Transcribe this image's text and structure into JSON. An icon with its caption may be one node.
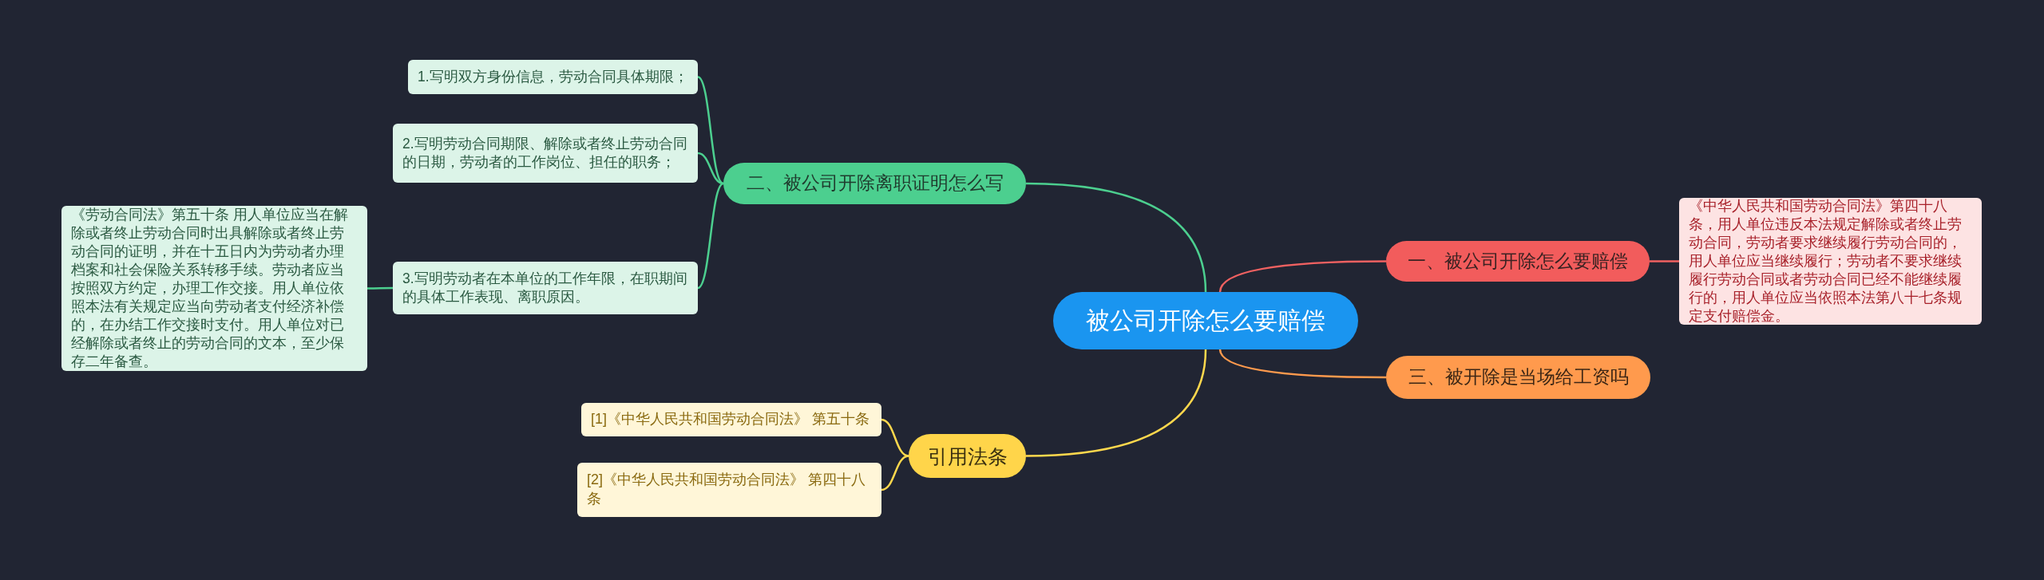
{
  "diagram": {
    "nodes": [
      {
        "text": [
          "被公司开除怎么要赔偿"
        ]
      },
      {
        "text": [
          "一、被公司开除怎么要赔偿"
        ]
      },
      {
        "text": [
          "《中华人民共和国劳动合同法》第四十八条，用人单位违反本法规定解除或者终止劳动合同，劳动者要求继续履行劳动合同的，用人单位应当继续履行；劳动者不要求继续履行劳动合同或者劳动合同已经不能继续履行的，用人单位应当依照本法第八十七条规定支付赔偿金。"
        ]
      },
      {
        "text": [
          "二、被公司开除离职证明怎么写"
        ]
      },
      {
        "text": [
          "1.写明双方身份信息，劳动合同具体期限；"
        ]
      },
      {
        "text": [
          "2.写明劳动合同期限、解除或者终止劳动合同的日期，劳动者的工作岗位、担任的职务；"
        ]
      },
      {
        "text": [
          "3.写明劳动者在本单位的工作年限，在职期间的具体工作表现、离职原因。"
        ]
      },
      {
        "text": [
          "《劳动合同法》第五十条 用人单位应当在解除或者终止劳动合同时出具解除或者终止劳动合同的证明，并在十五日内为劳动者办理档案和社会保险关系转移手续。劳动者应当按照双方约定，办理工作交接。用人单位依照本法有关规定应当向劳动者支付经济补偿的，在办结工作交接时支付。用人单位对已经解除或者终止的劳动合同的文本，至少保存二年备查。"
        ]
      },
      {
        "text": [
          "三、被开除是当场给工资吗"
        ]
      },
      {
        "text": [
          "引用法条"
        ]
      },
      {
        "text": [
          "[1]《中华人民共和国劳动合同法》 第五十条"
        ]
      },
      {
        "text": [
          "[2]《中华人民共和国劳动合同法》 第四十八条"
        ]
      }
    ],
    "edges": [
      {
        "from": 0,
        "to": 1,
        "arrow": "none",
        "color": "#f06161"
      },
      {
        "from": 1,
        "to": 2,
        "arrow": "none",
        "color": "#f06161"
      },
      {
        "from": 0,
        "to": 3,
        "arrow": "none",
        "color": "#4ccf8f"
      },
      {
        "from": 3,
        "to": 4,
        "arrow": "none",
        "color": "#4ccf8f"
      },
      {
        "from": 3,
        "to": 5,
        "arrow": "none",
        "color": "#4ccf8f"
      },
      {
        "from": 3,
        "to": 6,
        "arrow": "none",
        "color": "#4ccf8f"
      },
      {
        "from": 6,
        "to": 7,
        "arrow": "none",
        "color": "#4ccf8f"
      },
      {
        "from": 0,
        "to": 8,
        "arrow": "none",
        "color": "#ff9a4d"
      },
      {
        "from": 0,
        "to": 9,
        "arrow": "none",
        "color": "#ffd84d"
      },
      {
        "from": 9,
        "to": 10,
        "arrow": "none",
        "color": "#ffd84d"
      },
      {
        "from": 9,
        "to": 11,
        "arrow": "none",
        "color": "#ffd84d"
      }
    ]
  }
}
